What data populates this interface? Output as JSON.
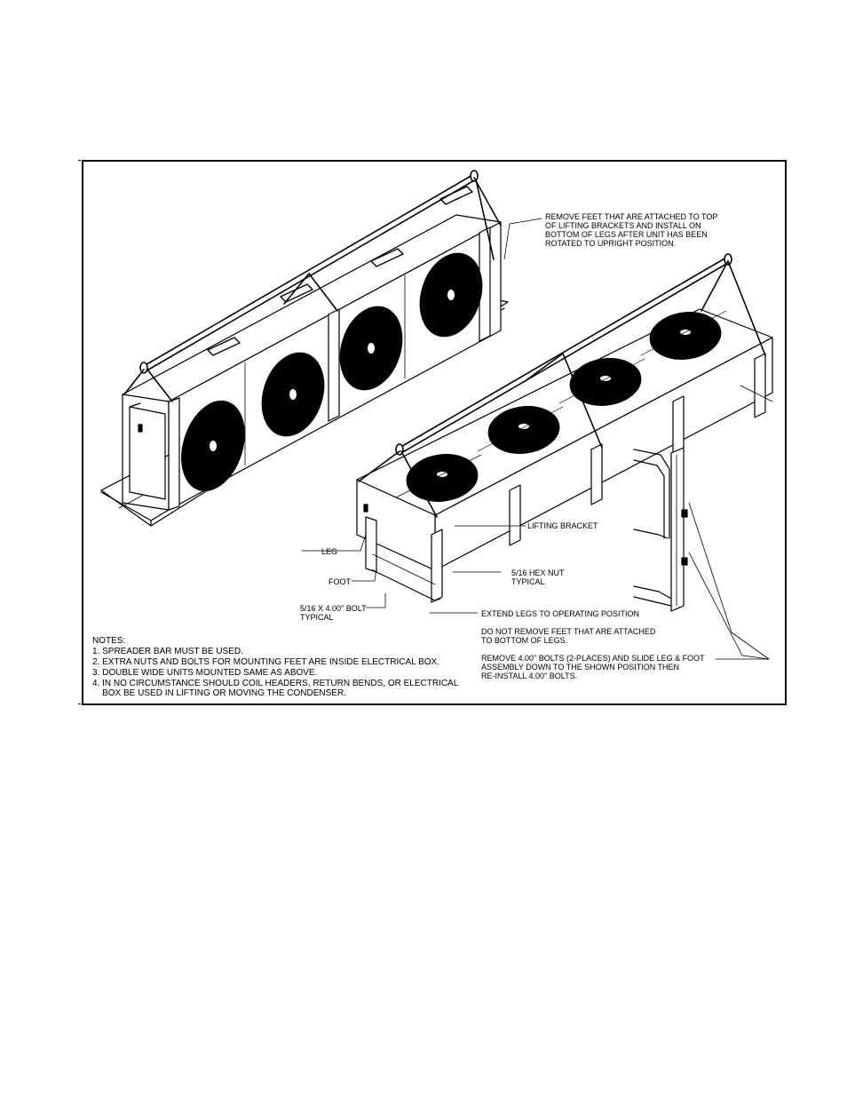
{
  "callouts": {
    "remove_feet": "REMOVE FEET THAT ARE ATTACHED TO TOP\nOF LIFTING BRACKETS AND INSTALL ON\nBOTTOM OF LEGS AFTER UNIT HAS BEEN\nROTATED TO UPRIGHT POSITION.",
    "lifting_bracket": "LIFTING BRACKET",
    "leg": "LEG",
    "foot": "FOOT",
    "hex_nut": "5/16 HEX NUT\nTYPICAL",
    "bolt": "5/16 X 4.00\" BOLT\nTYPICAL",
    "extend_legs": "EXTEND LEGS TO OPERATING POSITION",
    "do_not_remove": "DO NOT REMOVE FEET THAT ARE ATTACHED\nTO BOTTOM OF LEGS.",
    "remove_bolts": "REMOVE 4.00\" BOLTS (2-PLACES) AND SLIDE LEG & FOOT\nASSEMBLY DOWN TO THE SHOWN POSITION THEN\nRE-INSTALL 4.00\" BOLTS."
  },
  "notes": {
    "heading": "NOTES:",
    "items": [
      "1. SPREADER BAR MUST BE USED.",
      "2. EXTRA NUTS AND BOLTS FOR MOUNTING FEET ARE INSIDE ELECTRICAL BOX.",
      "3. DOUBLE WIDE UNITS MOUNTED SAME AS ABOVE.",
      "4. IN NO CIRCUMSTANCE SHOULD COIL HEADERS, RETURN BENDS, OR ELECTRICAL\n    BOX BE USED IN LIFTING OR MOVING THE CONDENSER."
    ]
  }
}
